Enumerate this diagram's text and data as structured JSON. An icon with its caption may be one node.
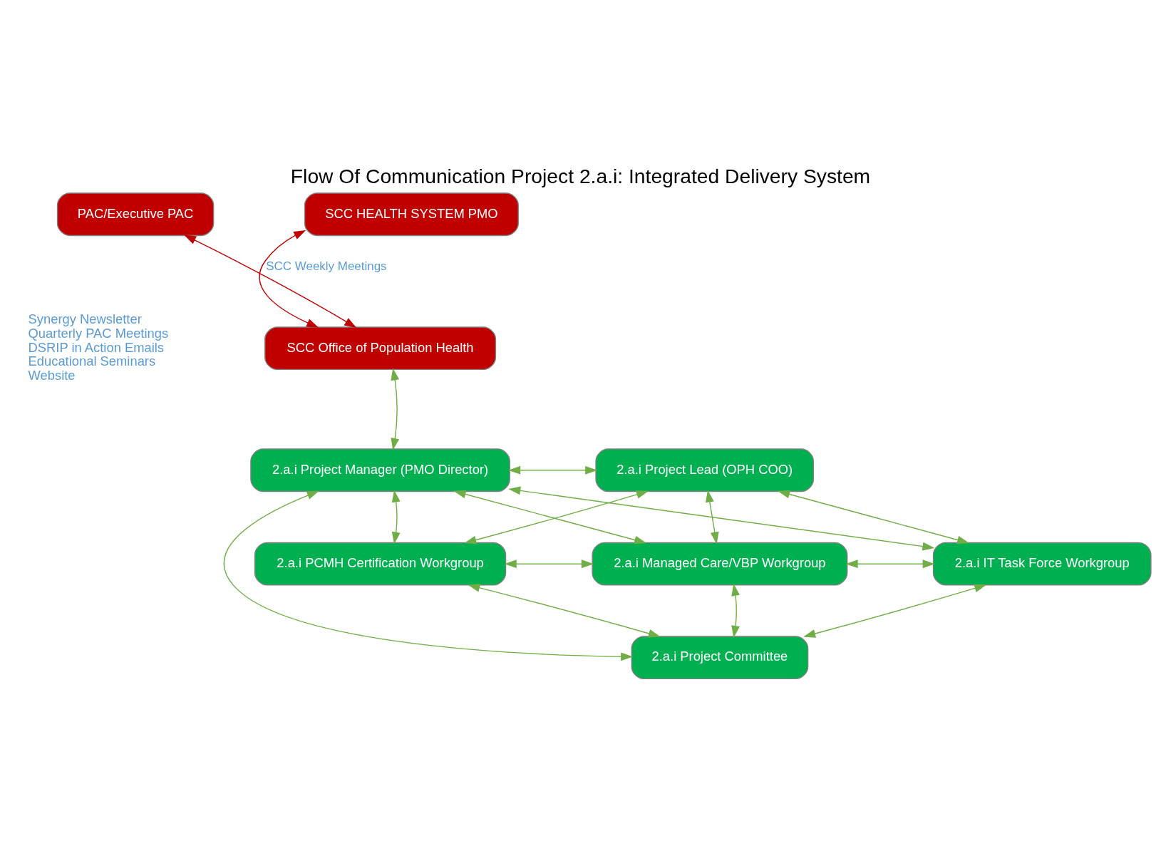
{
  "diagram": {
    "title": "Flow Of Communication Project 2.a.i: Integrated Delivery System",
    "nodes": [
      {
        "text": [
          "PAC/Executive PAC"
        ]
      },
      {
        "text": [
          "SCC HEALTH SYSTEM PMO"
        ]
      },
      {
        "text": [
          "SCC Office of Population Health"
        ]
      },
      {
        "text": [
          "2.a.i Project Manager (PMO Director)"
        ]
      },
      {
        "text": [
          "2.a.i Project Lead (OPH COO)"
        ]
      },
      {
        "text": [
          "2.a.i PCMH Certification Workgroup"
        ]
      },
      {
        "text": [
          "2.a.i Managed Care/VBP Workgroup"
        ]
      },
      {
        "text": [
          "2.a.i IT Task Force Workgroup"
        ]
      },
      {
        "text": [
          "2.a.i Project Committee"
        ]
      }
    ],
    "edges": [
      {
        "from": 2,
        "to": 0,
        "arrow": "both",
        "color": "#c00000"
      },
      {
        "from": 2,
        "to": 1,
        "arrow": "both",
        "color": "#c00000",
        "label": "SCC Weekly Meetings"
      },
      {
        "from": 2,
        "to": 3,
        "arrow": "both"
      },
      {
        "from": 3,
        "to": 4,
        "arrow": "both"
      },
      {
        "from": 3,
        "to": 5,
        "arrow": "both"
      },
      {
        "from": 3,
        "to": 6,
        "arrow": "both"
      },
      {
        "from": 3,
        "to": 7,
        "arrow": "both"
      },
      {
        "from": 4,
        "to": 5,
        "arrow": "both"
      },
      {
        "from": 4,
        "to": 6,
        "arrow": "both"
      },
      {
        "from": 4,
        "to": 7,
        "arrow": "both"
      },
      {
        "from": 5,
        "to": 6,
        "arrow": "both"
      },
      {
        "from": 6,
        "to": 7,
        "arrow": "both"
      },
      {
        "from": 5,
        "to": 8,
        "arrow": "both"
      },
      {
        "from": 6,
        "to": 8,
        "arrow": "both"
      },
      {
        "from": 7,
        "to": 8,
        "arrow": "both"
      },
      {
        "from": 3,
        "to": 8,
        "arrow": "both"
      }
    ],
    "labels": [
      "Synergy Newsletter",
      "Quarterly PAC Meetings",
      "DSRIP in Action Emails",
      "Educational Seminars",
      "Website"
    ]
  }
}
